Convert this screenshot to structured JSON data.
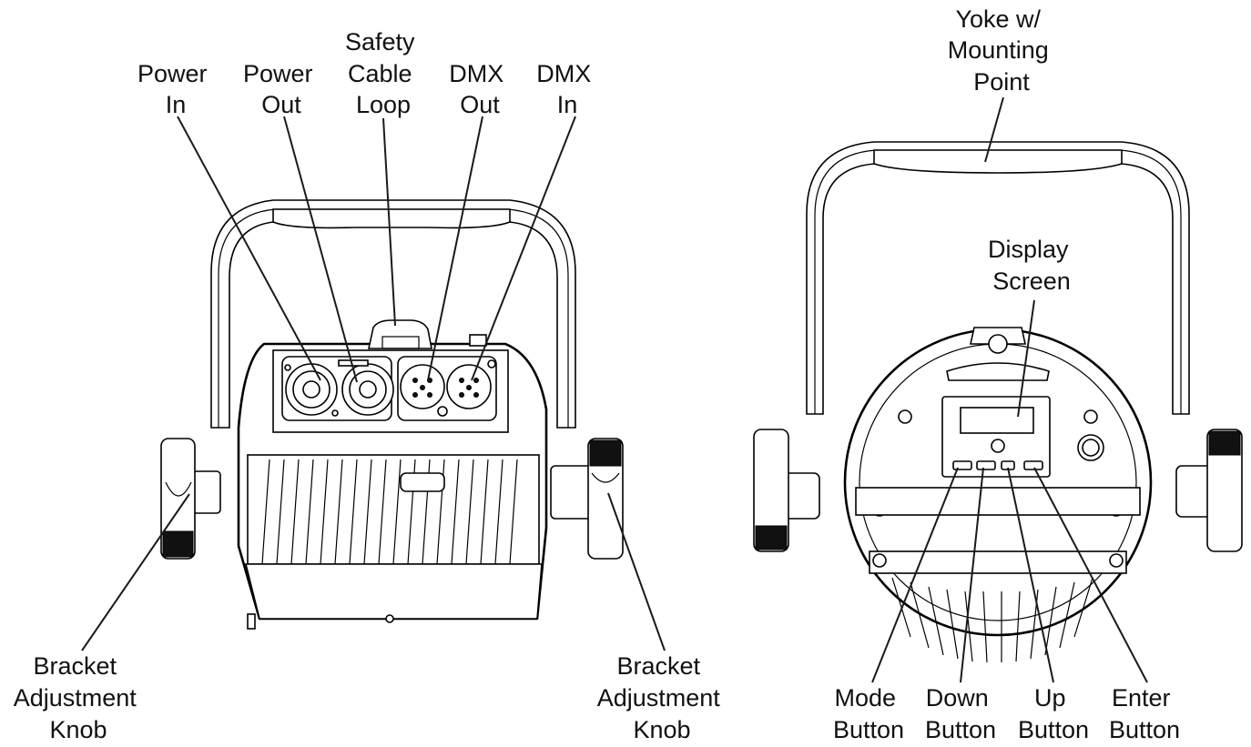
{
  "labels": {
    "power_in": [
      "Power",
      "In"
    ],
    "power_out": [
      "Power",
      "Out"
    ],
    "safety_cable_loop": [
      "Safety",
      "Cable",
      "Loop"
    ],
    "dmx_out": [
      "DMX",
      "Out"
    ],
    "dmx_in": [
      "DMX",
      "In"
    ],
    "bracket_knob_left": [
      "Bracket",
      "Adjustment",
      "Knob"
    ],
    "bracket_knob_right": [
      "Bracket",
      "Adjustment",
      "Knob"
    ],
    "yoke": [
      "Yoke w/",
      "Mounting",
      "Point"
    ],
    "display_screen": [
      "Display",
      "Screen"
    ],
    "mode_button": [
      "Mode",
      "Button"
    ],
    "down_button": [
      "Down",
      "Button"
    ],
    "up_button": [
      "Up",
      "Button"
    ],
    "enter_button": [
      "Enter",
      "Button"
    ]
  }
}
